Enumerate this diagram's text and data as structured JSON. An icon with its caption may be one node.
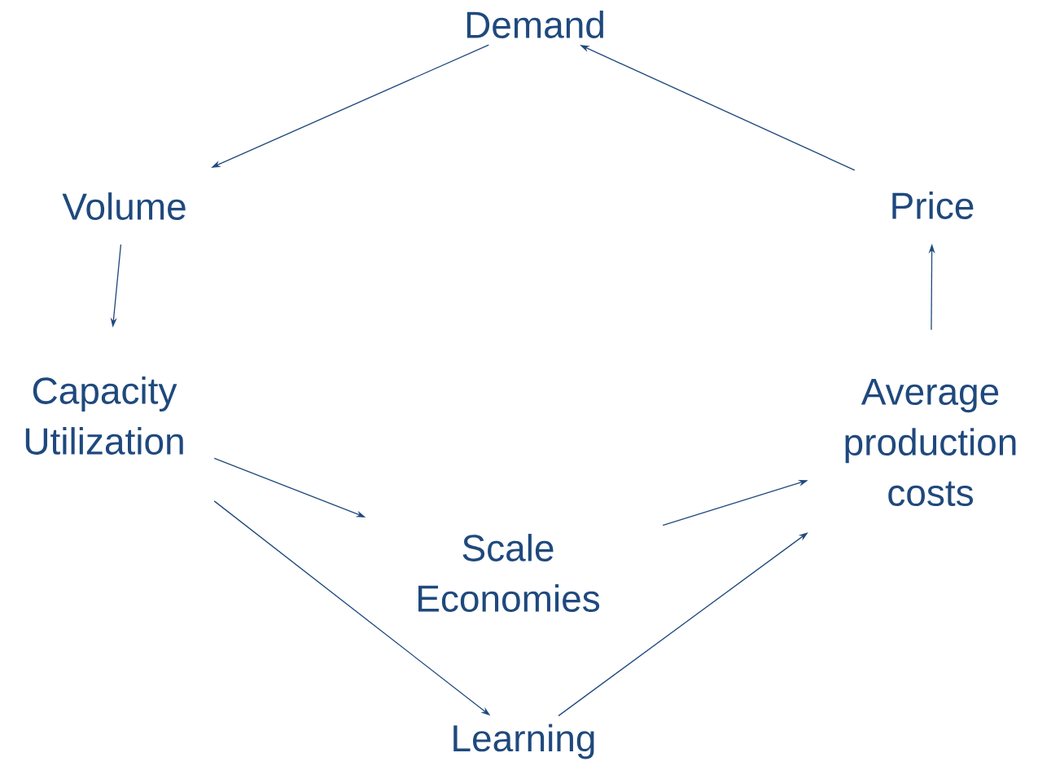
{
  "diagram": {
    "nodes": [
      {
        "text": [
          "Demand"
        ]
      },
      {
        "text": [
          "Volume"
        ]
      },
      {
        "text": [
          "Capacity Utilization"
        ]
      },
      {
        "text": [
          "Scale Economies"
        ]
      },
      {
        "text": [
          "Learning"
        ]
      },
      {
        "text": [
          "Average production costs"
        ]
      },
      {
        "text": [
          "Price"
        ]
      }
    ],
    "edges": [
      {
        "from": 0,
        "to": 1,
        "arrow": "to"
      },
      {
        "from": 1,
        "to": 2,
        "arrow": "to"
      },
      {
        "from": 2,
        "to": 3,
        "arrow": "to"
      },
      {
        "from": 2,
        "to": 4,
        "arrow": "to"
      },
      {
        "from": 3,
        "to": 5,
        "arrow": "to"
      },
      {
        "from": 4,
        "to": 5,
        "arrow": "to"
      },
      {
        "from": 5,
        "to": 6,
        "arrow": "to"
      },
      {
        "from": 6,
        "to": 0,
        "arrow": "to"
      }
    ]
  }
}
